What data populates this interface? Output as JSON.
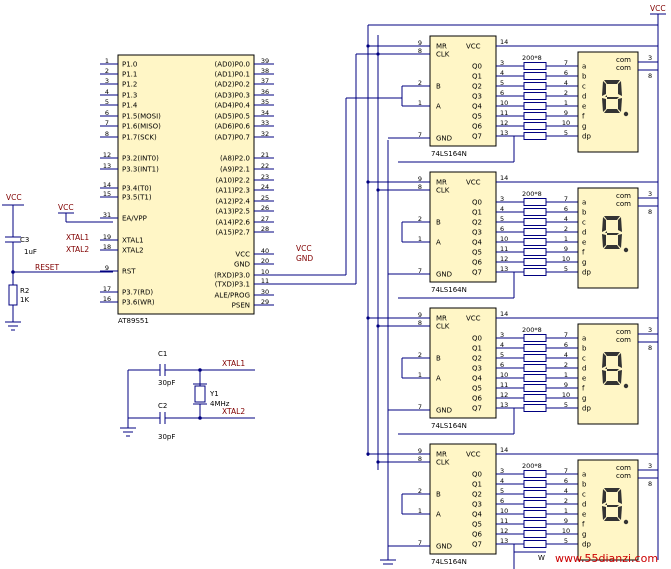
{
  "mcu": {
    "name": "AT89S51",
    "left_pins": [
      {
        "num": "1",
        "name": "P1.0"
      },
      {
        "num": "2",
        "name": "P1.1"
      },
      {
        "num": "3",
        "name": "P1.2"
      },
      {
        "num": "4",
        "name": "P1.3"
      },
      {
        "num": "5",
        "name": "P1.4"
      },
      {
        "num": "6",
        "name": "P1.5(MOSI)"
      },
      {
        "num": "7",
        "name": "P1.6(MISO)"
      },
      {
        "num": "8",
        "name": "P1.7(SCK)"
      },
      {
        "num": "12",
        "name": "P3.2(INT0)"
      },
      {
        "num": "13",
        "name": "P3.3(INT1)"
      },
      {
        "num": "14",
        "name": "P3.4(T0)"
      },
      {
        "num": "15",
        "name": "P3.5(T1)"
      },
      {
        "num": "31",
        "name": "EA/VPP"
      },
      {
        "num": "19",
        "name": "XTAL1"
      },
      {
        "num": "18",
        "name": "XTAL2"
      },
      {
        "num": "9",
        "name": "RST"
      },
      {
        "num": "17",
        "name": "P3.7(RD)"
      },
      {
        "num": "16",
        "name": "P3.6(WR)"
      }
    ],
    "right_pins": [
      {
        "num": "39",
        "name": "(AD0)P0.0"
      },
      {
        "num": "38",
        "name": "(AD1)P0.1"
      },
      {
        "num": "37",
        "name": "(AD2)P0.2"
      },
      {
        "num": "36",
        "name": "(AD3)P0.3"
      },
      {
        "num": "35",
        "name": "(AD4)P0.4"
      },
      {
        "num": "34",
        "name": "(AD5)P0.5"
      },
      {
        "num": "33",
        "name": "(AD6)P0.6"
      },
      {
        "num": "32",
        "name": "(AD7)P0.7"
      },
      {
        "num": "21",
        "name": "(A8)P2.0"
      },
      {
        "num": "22",
        "name": "(A9)P2.1"
      },
      {
        "num": "23",
        "name": "(A10)P2.2"
      },
      {
        "num": "24",
        "name": "(A11)P2.3"
      },
      {
        "num": "25",
        "name": "(A12)P2.4"
      },
      {
        "num": "26",
        "name": "(A13)P2.5"
      },
      {
        "num": "27",
        "name": "(A14)P2.6"
      },
      {
        "num": "28",
        "name": "(A15)P2.7"
      },
      {
        "num": "40",
        "name": "VCC"
      },
      {
        "num": "20",
        "name": "GND"
      },
      {
        "num": "10",
        "name": "(RXD)P3.0"
      },
      {
        "num": "11",
        "name": "(TXD)P3.1"
      },
      {
        "num": "30",
        "name": "ALE/PROG"
      },
      {
        "num": "29",
        "name": "PSEN"
      }
    ]
  },
  "nets": {
    "vcc": "VCC",
    "gnd": "GND",
    "xtal1": "XTAL1",
    "xtal2": "XTAL2",
    "reset": "RESET"
  },
  "components": {
    "c3": "C3",
    "c3_value": "1uF",
    "r2": "R2",
    "r2_value": "1K",
    "c1": "C1",
    "c1_value": "30pF",
    "c2": "C2",
    "c2_value": "30pF",
    "y1": "Y1",
    "y1_value": "4MHz",
    "w": "W"
  },
  "shift_register": {
    "name": "74LS164N",
    "pins_left": [
      "MR",
      "CLK",
      "B",
      "A",
      "GND"
    ],
    "pins_right": [
      "VCC",
      "Q0",
      "Q1",
      "Q2",
      "Q3",
      "Q4",
      "Q5",
      "Q6",
      "Q7"
    ],
    "pin_nums_left": [
      "9",
      "8",
      "2",
      "1",
      "7"
    ],
    "pin_num_vcc": "14",
    "q_pin_nums": [
      "3",
      "4",
      "5",
      "6",
      "10",
      "11",
      "12",
      "13"
    ]
  },
  "resistor_array": "200*8",
  "display": {
    "pins": [
      "a",
      "b",
      "c",
      "d",
      "e",
      "f",
      "g",
      "dp"
    ],
    "pin_nums": [
      "7",
      "6",
      "4",
      "2",
      "1",
      "9",
      "10",
      "5"
    ],
    "com_label": "com",
    "com_nums": [
      "3",
      "8"
    ]
  },
  "watermark": "www.55dianzi.com"
}
